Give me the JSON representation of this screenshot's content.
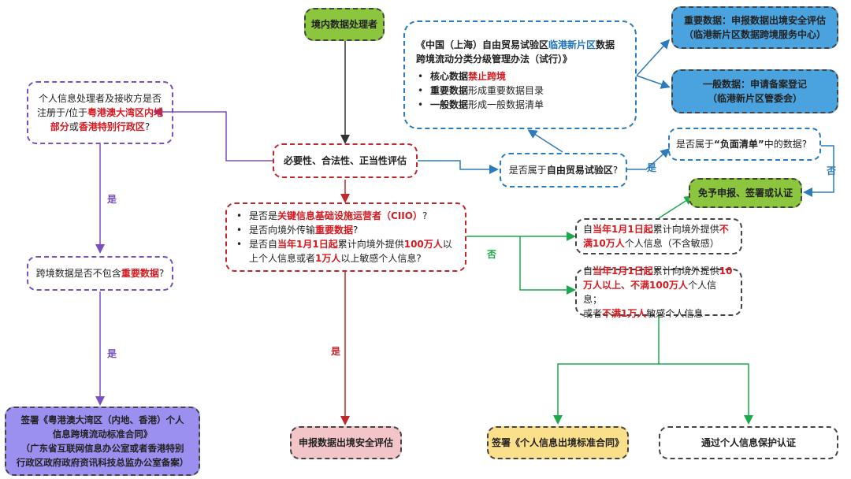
{
  "colors": {
    "green_box": "#8cc63f",
    "blue_box": "#4aa3df",
    "purple": "#7a4fbf",
    "red": "#c0282d",
    "blue_line": "#2b7bbd",
    "green_line": "#1aaa4b",
    "pink_box": "#f4c5c8",
    "yellow_box": "#fbe08b",
    "purple_box": "#9b8ff0"
  },
  "nodes": {
    "processor": "境内数据处理者",
    "assessment": "必要性、合法性、正当性评估",
    "ftz_question": {
      "prefix": "是否属于",
      "highlight": "自由贸易试验区",
      "suffix": "?"
    },
    "lingang_rules": {
      "line1_a": "《中国（上海）自由贸易试验区",
      "line1_b": "临港新片区",
      "line1_c": "数据",
      "line2": "跨境流动分类分级管理办法（试行）》",
      "items": [
        {
          "a": "核心数据",
          "b": "禁止跨境",
          "c": ""
        },
        {
          "a": "重要数据",
          "b": "",
          "c": "形成重要数据目录"
        },
        {
          "a": "一般数据",
          "b": "",
          "c": "形成一般数据清单"
        }
      ]
    },
    "important_assess": {
      "line1": "重要数据：申报数据出境安全评估",
      "line2": "（临港新片区数据跨境服务中心）"
    },
    "general_filing": {
      "line1": "一般数据：申请备案登记",
      "line2": "（临港新片区管委会）"
    },
    "negative_list": {
      "prefix": "是否属于",
      "highlight": "“负面清单”",
      "suffix": "中的数据?"
    },
    "exempt": "免予申报、签署或认证",
    "gba_register": {
      "l1": "个人信息处理者及接收方是否",
      "l2a": "注册于/位于",
      "l2b": "粤港澳大湾区内地",
      "l3a": "部分",
      "l3b": "或",
      "l3c": "香港特别行政区",
      "l3d": "?"
    },
    "gba_important": {
      "prefix": "跨境数据是否不包含",
      "highlight": "重要数据",
      "suffix": "?"
    },
    "gba_contract": {
      "l1": "签署《粤港澳大湾区（内地、香港）个人",
      "l2": "信息跨境流动标准合同》",
      "l3": "（广东省互联网信息办公室或者香港特别",
      "l4": "行政区政府政府资讯科技总监办公室备案）"
    },
    "ciio_checks": {
      "q1a": "是否是",
      "q1b": "关键信息基础设施运营者（CIIO）",
      "q1c": "?",
      "q2a": "是否向境外传输",
      "q2b": "重要数据",
      "q2c": "?",
      "q3a": "是否自",
      "q3b": "当年1月1日起",
      "q3c": "累计向境外提供",
      "q3d": "100万人",
      "q3e": "以",
      "q4a": "上个人信息或者",
      "q4b": "1万人",
      "q4c": "以上敏感个人信息?"
    },
    "under_100k": {
      "a": "自",
      "b": "当年1月1日起",
      "c": "累计向境外提供",
      "d": "不",
      "e": "满10万人",
      "f": "个人信息（不含敏感）"
    },
    "range_100k": {
      "a": "自",
      "b": "当年1月1日起",
      "c": "累计向境外提供",
      "d": "10",
      "e": "万人以上、不满100万人",
      "f": "个人信息；",
      "g": "或者",
      "h": "不满1万人",
      "i": "敏感个人信息"
    },
    "security_assessment": "申报数据出境安全评估",
    "standard_contract": "签署《个人信息出境标准合同》",
    "certification": "通过个人信息保护认证"
  },
  "edge_labels": {
    "yes_gba1": "是",
    "yes_gba2": "是",
    "yes_ftz": "是",
    "no_negative": "否",
    "yes_ciio": "是",
    "no_ciio": "否"
  }
}
